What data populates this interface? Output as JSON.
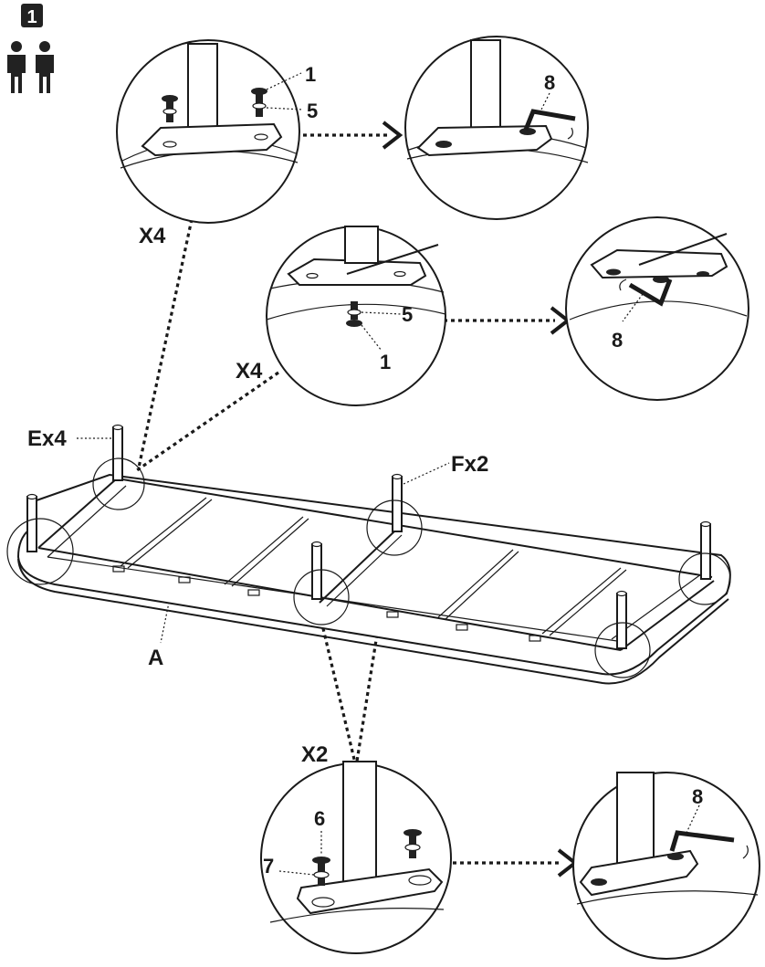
{
  "step": {
    "number": "1"
  },
  "icons": {
    "people": "two-people-icon"
  },
  "labels": {
    "x4_top": "X4",
    "x4_mid": "X4",
    "x2": "X2",
    "e": "Ex4",
    "f": "Fx2",
    "a": "A",
    "p1_top": "1",
    "p5_top": "5",
    "p8_top": "8",
    "p5_mid": "5",
    "p1_mid": "1",
    "p8_mid": "8",
    "p6": "6",
    "p7": "7",
    "p8_bot": "8"
  },
  "colors": {
    "ink": "#1a1a1a",
    "paper": "#ffffff",
    "badge": "#222222"
  }
}
